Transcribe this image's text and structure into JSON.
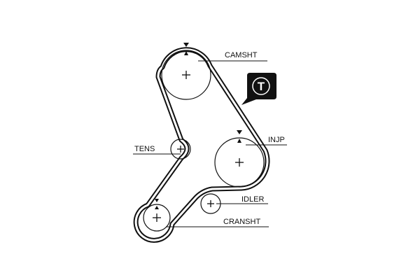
{
  "colors": {
    "line": "#111111",
    "background": "#ffffff",
    "badge": "#111111",
    "badge_text": "#ffffff"
  },
  "pulleys": {
    "camshaft": {
      "label": "CAMSHT",
      "icon": "camshaft-pulley"
    },
    "injection_pump": {
      "label": "INJP",
      "icon": "injection-pump-pulley"
    },
    "tensioner": {
      "label": "TENS",
      "icon": "tensioner-pulley"
    },
    "idler": {
      "label": "IDLER",
      "icon": "idler-pulley"
    },
    "crankshaft": {
      "label": "CRANSHT",
      "icon": "crankshaft-pulley"
    }
  },
  "badge": {
    "letter": "T",
    "icon": "timing-badge-icon"
  }
}
